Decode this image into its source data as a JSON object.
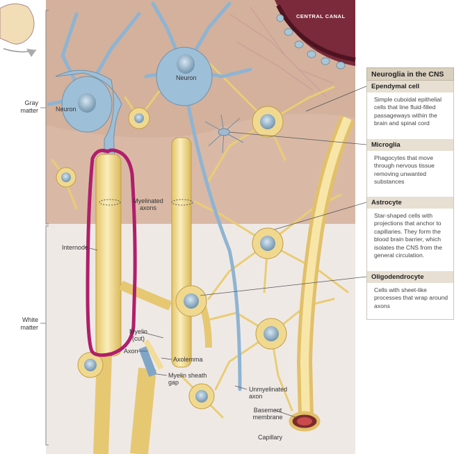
{
  "panel": {
    "title": "Neuroglia in the CNS",
    "sections": [
      {
        "heading": "Ependymal cell",
        "body": "Simple cuboidal epithelial cells that line fluid-filled passageways within the brain and spinal cord"
      },
      {
        "heading": "Microglia",
        "body": "Phagocytes that move through nervous tissue removing unwanted substances"
      },
      {
        "heading": "Astrocyte",
        "body": "Star-shaped cells with projections that anchor to capillaries. They form the blood brain barrier, which isolates the CNS from the general circulation."
      },
      {
        "heading": "Oligodendrocyte",
        "body": "Cells with sheet-like processes that wrap around axons"
      }
    ]
  },
  "figure": {
    "central_canal": "CENTRAL CANAL",
    "neuron_left": "Neuron",
    "neuron_right": "Neuron",
    "myelinated_axons": "Myelinated axons",
    "internode": "Internode",
    "myelin_cut": "Myelin (cut)",
    "axon": "Axon",
    "axolemma": "Axolemma",
    "myelin_sheath_gap": "Myelin sheath gap",
    "unmyelinated_axon": "Unmyelinated axon",
    "basement_membrane": "Basement membrane",
    "capillary": "Capillary",
    "gray_matter": "Gray matter",
    "white_matter": "White matter"
  },
  "colors": {
    "gray_matter_bg": "#d9b9a6",
    "white_matter_bg": "#efe9e6",
    "neuron_blue": "#9dbfd8",
    "glia_yellow": "#f0d98f",
    "annotation_magenta": "#b01f6a",
    "panel_header": "#d9cfbe"
  }
}
